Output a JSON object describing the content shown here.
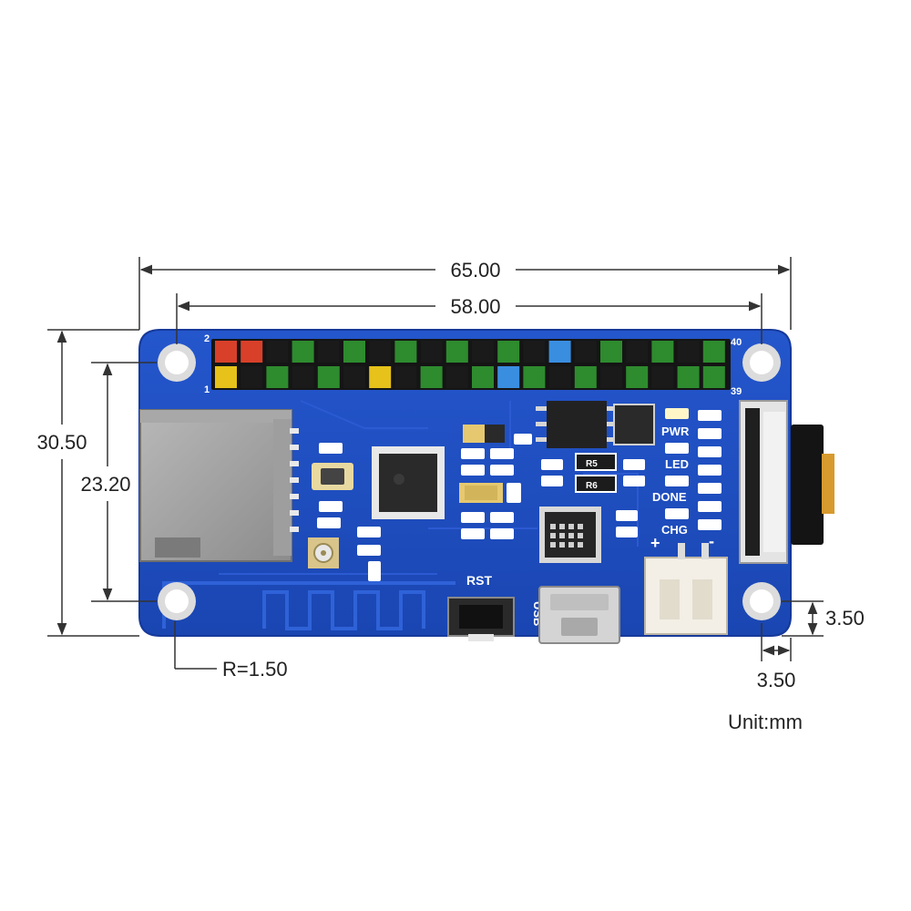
{
  "dimensions": {
    "overall_width": "65.00",
    "hole_spacing_width": "58.00",
    "overall_height": "30.50",
    "hole_spacing_height": "23.20",
    "hole_radius": "R=1.50",
    "hole_offset_vertical": "3.50",
    "hole_offset_horizontal": "3.50",
    "unit": "Unit:mm"
  },
  "board": {
    "pin_label_top_left": "2",
    "pin_label_bottom_left": "1",
    "pin_label_top_right": "40",
    "pin_label_bottom_right": "39",
    "reset_label": "RST",
    "usb_label": "USB",
    "plus_label": "+",
    "minus_label": "-",
    "led_labels": [
      "PWR",
      "LED",
      "DONE",
      "CHG"
    ],
    "resistor_marks": [
      "R5",
      "R6"
    ]
  },
  "colors": {
    "pcb": "#1f4fc4",
    "pcb_dark": "#173e9e",
    "header_green": "#2e8b2e",
    "header_red": "#d8402a",
    "header_yellow": "#e6c21a",
    "header_blue": "#3a8ee0",
    "header_black": "#1a1a1a",
    "dimension_line": "#333333"
  }
}
